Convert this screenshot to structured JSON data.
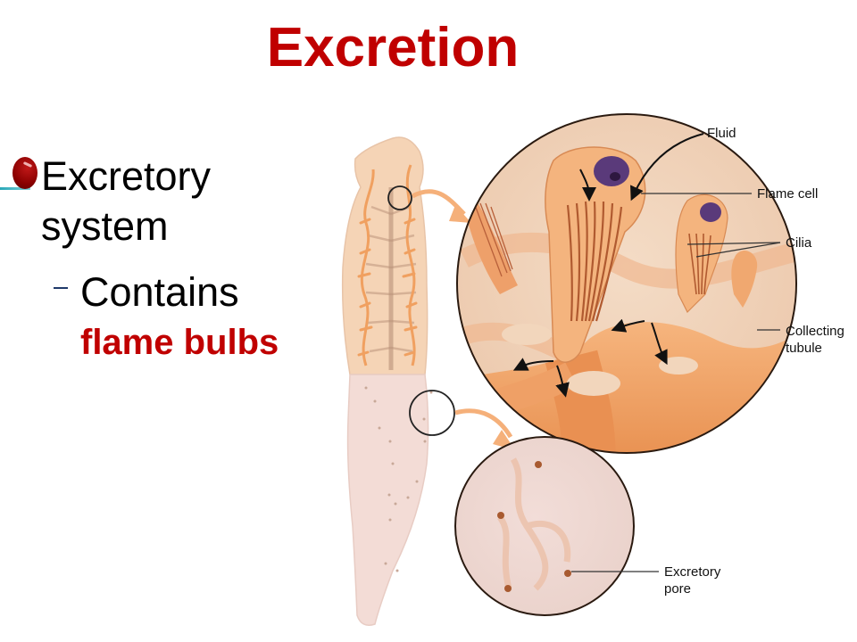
{
  "slide": {
    "title": "Excretion",
    "bullets": [
      {
        "level": 1,
        "text": "Excretory system",
        "bullet_icon": "red-sphere-bullet",
        "children": [
          {
            "level": 2,
            "text": "Contains",
            "highlight": "flame bulbs",
            "dash_icon": "dash-bullet"
          }
        ]
      }
    ]
  },
  "figure": {
    "labels": {
      "fluid": "Fluid",
      "flame_cell": "Flame cell",
      "cilia": "Cilia",
      "collecting_tubule": "Collecting tubule",
      "excretory_pore": "Excretory pore"
    },
    "colors": {
      "title_red": "#c00000",
      "tubule_orange": "#f0a060",
      "body_peach": "#f6d8c0",
      "body_pink": "#f2ddd8",
      "nucleus_purple": "#5a3a7a"
    }
  }
}
